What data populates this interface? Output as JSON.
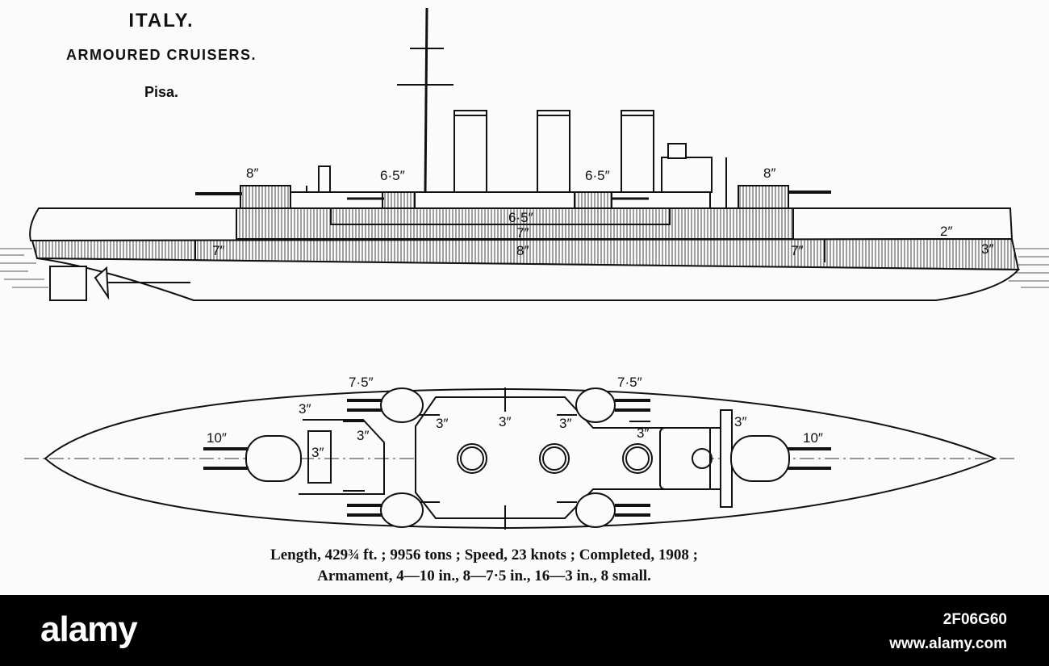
{
  "heading": {
    "country": "ITALY.",
    "ship_type": "ARMOURED CRUISERS.",
    "ship_name": "Pisa."
  },
  "profile_labels": {
    "fwd_turret": "8″",
    "fwd_casemate": "6·5″",
    "aft_casemate": "6·5″",
    "aft_turret": "8″",
    "upper_belt": "6·5″",
    "mid_belt": "7″",
    "belt_bow": "7″",
    "belt_main": "8″",
    "belt_stern": "7″",
    "belt_end_top": "2″",
    "belt_end": "3″"
  },
  "plan_labels": {
    "wing_turret_fwd": "7·5″",
    "wing_turret_aft": "7·5″",
    "main_turret_fwd": "10″",
    "main_turret_aft": "10″",
    "three_a": "3″",
    "three_b": "3″",
    "three_c": "3″",
    "three_d": "3″",
    "three_e": "3″",
    "three_f": "3″",
    "three_g": "3″",
    "three_h": "3″"
  },
  "caption": {
    "line1": "Length, 429¾ ft. ; 9956 tons ; Speed, 23 knots ; Completed, 1908 ;",
    "line2": "Armament, 4—10 in., 8—7·5 in., 16—3 in., 8 small."
  },
  "footer": {
    "logo": "alamy",
    "image_id": "2F06G60",
    "url": "www.alamy.com"
  },
  "colors": {
    "ink": "#111111",
    "paper": "#fbfbfb",
    "footer_bg": "#000000"
  }
}
